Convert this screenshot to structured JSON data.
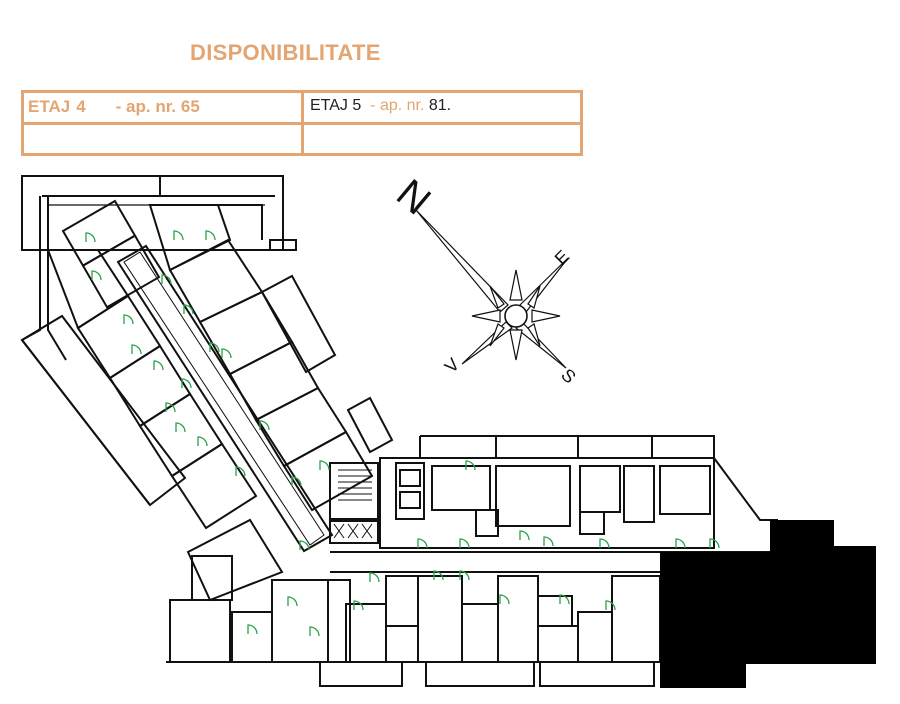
{
  "title": "DISPONIBILITATE",
  "table": {
    "left": {
      "etaj": "ETAJ",
      "etaj_num": "4",
      "sep": "- ap. nr.",
      "ap": "65"
    },
    "right": {
      "etaj": "ETAJ 5",
      "sep": "- ap. nr.",
      "ap": "81."
    }
  },
  "compass": {
    "n": "N",
    "e": "E",
    "s": "S",
    "w": "V"
  },
  "colors": {
    "accent": "#e3a571",
    "lines": "#111111",
    "doors": "#2aa24a",
    "hatch": "#000000"
  },
  "icons": {
    "compass": "compass-rose-icon"
  }
}
